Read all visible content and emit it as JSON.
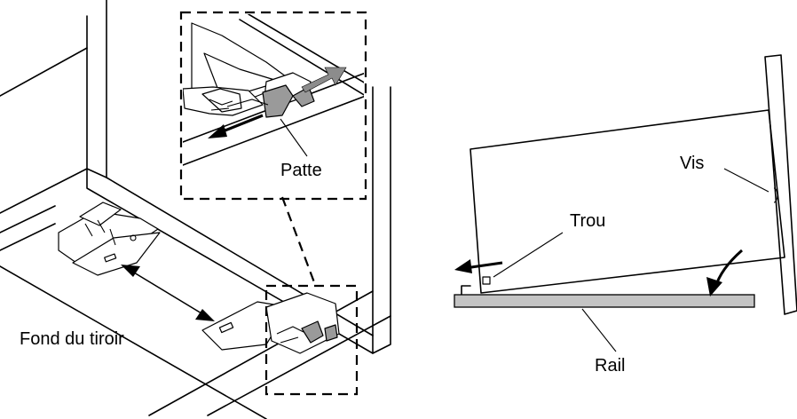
{
  "labels": {
    "tab": "Patte",
    "drawer_bottom": "Fond du tiroir",
    "screw": "Vis",
    "hole": "Trou",
    "rail": "Rail"
  },
  "colors": {
    "ink": "#000000",
    "grey_part": "#9a9a9a",
    "grey_arrow": "#8c8c8c",
    "rail_fill": "#c4c4c4",
    "background": "#ffffff"
  }
}
